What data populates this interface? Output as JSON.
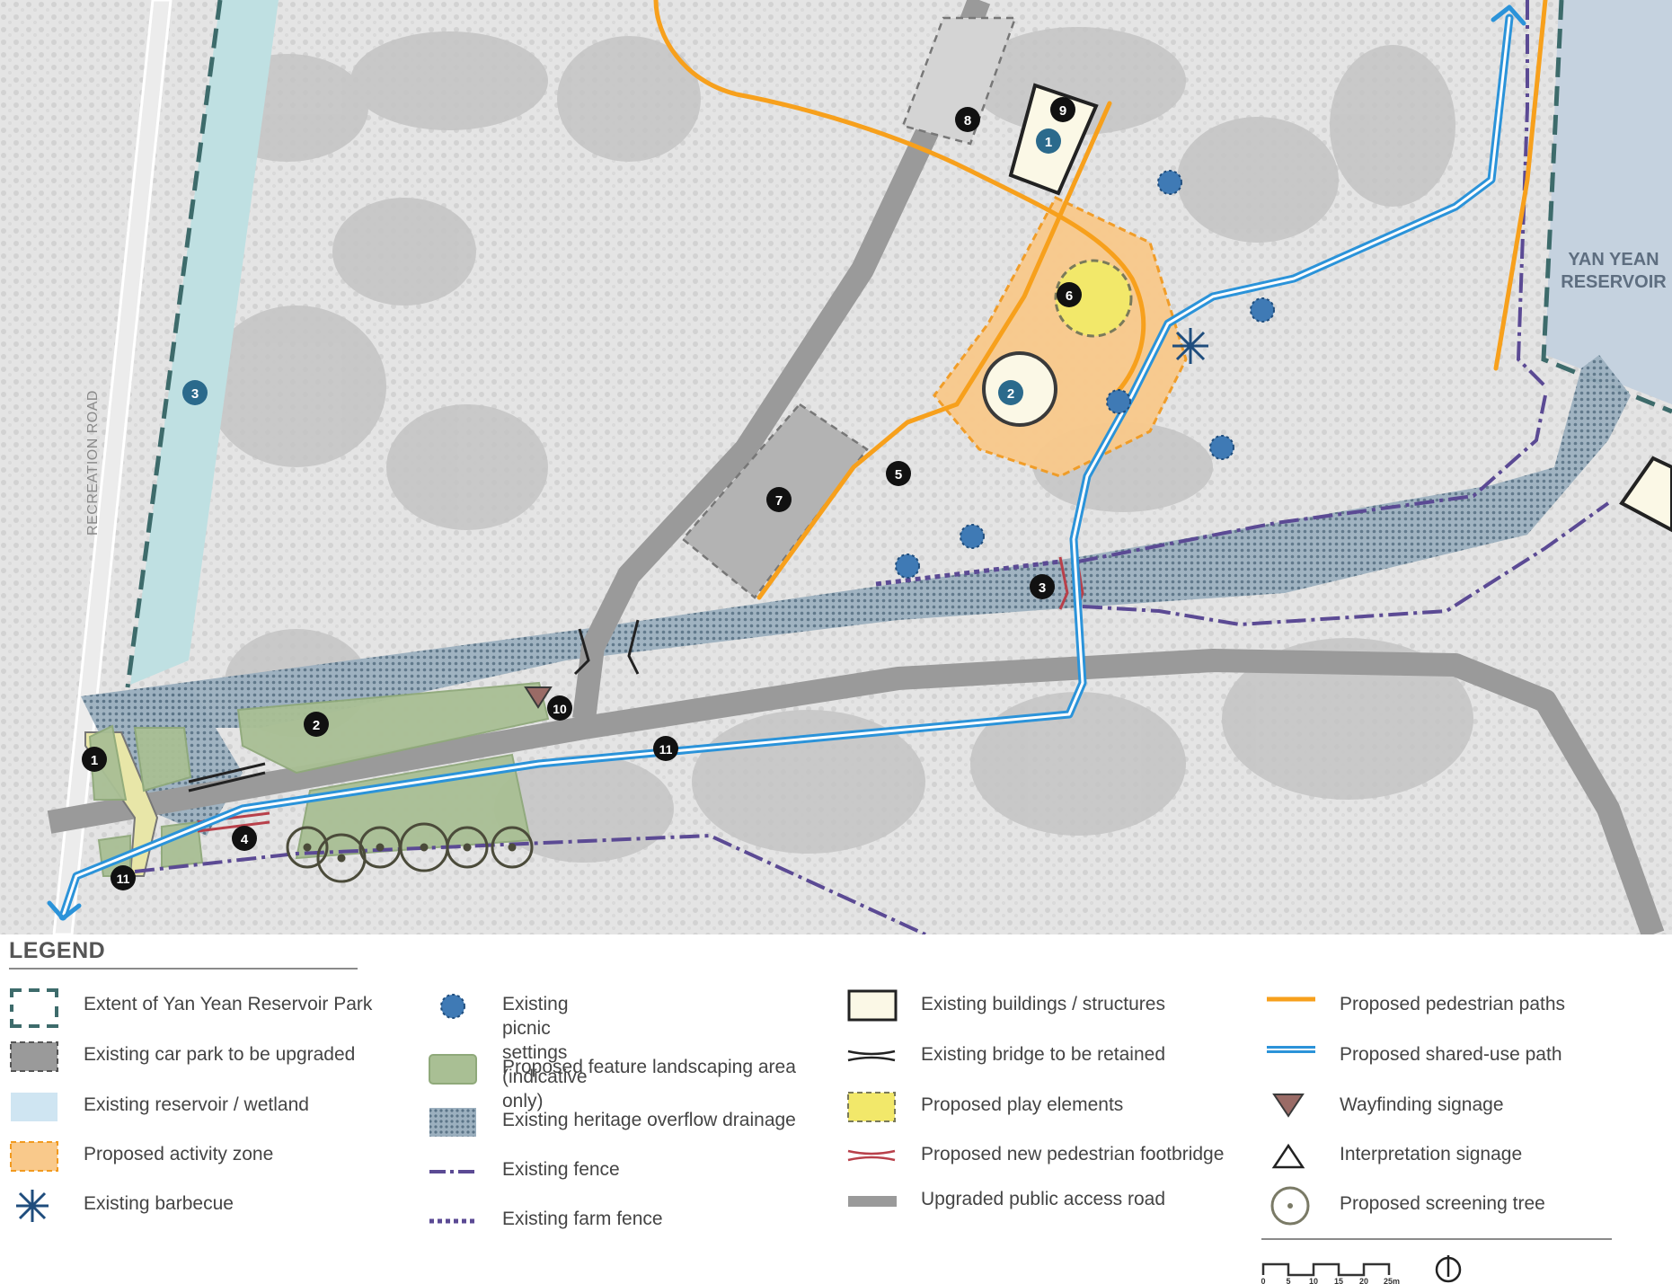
{
  "map": {
    "road_label": "RECREATION ROAD",
    "reservoir_label_line1": "YAN YEAN",
    "reservoir_label_line2": "RESERVOIR",
    "markers": [
      {
        "id": "m-black-1",
        "num": "1",
        "kind": "black"
      },
      {
        "id": "m-black-2",
        "num": "2",
        "kind": "black"
      },
      {
        "id": "m-black-3",
        "num": "3",
        "kind": "black"
      },
      {
        "id": "m-black-4",
        "num": "4",
        "kind": "black"
      },
      {
        "id": "m-black-5",
        "num": "5",
        "kind": "black"
      },
      {
        "id": "m-black-6",
        "num": "6",
        "kind": "black"
      },
      {
        "id": "m-black-7",
        "num": "7",
        "kind": "black"
      },
      {
        "id": "m-black-8",
        "num": "8",
        "kind": "black"
      },
      {
        "id": "m-black-9",
        "num": "9",
        "kind": "black"
      },
      {
        "id": "m-black-10",
        "num": "10",
        "kind": "black"
      },
      {
        "id": "m-black-11a",
        "num": "11",
        "kind": "black"
      },
      {
        "id": "m-black-11b",
        "num": "11",
        "kind": "black"
      },
      {
        "id": "m-blue-1",
        "num": "1",
        "kind": "blue"
      },
      {
        "id": "m-blue-2",
        "num": "2",
        "kind": "blue"
      },
      {
        "id": "m-blue-3",
        "num": "3",
        "kind": "blue"
      }
    ]
  },
  "legend": {
    "title": "LEGEND",
    "items": [
      {
        "key": "park-extent",
        "label": "Extent of Yan Yean Reservoir Park"
      },
      {
        "key": "car-park",
        "label": "Existing car park to be upgraded"
      },
      {
        "key": "reservoir",
        "label": "Existing reservoir / wetland"
      },
      {
        "key": "activity-zone",
        "label": "Proposed activity zone"
      },
      {
        "key": "barbecue",
        "label": "Existing barbecue"
      },
      {
        "key": "picnic",
        "label": "Existing picnic settings\n(indicative only)"
      },
      {
        "key": "landscaping",
        "label": "Proposed feature landscaping area"
      },
      {
        "key": "drainage",
        "label": "Existing heritage overflow drainage"
      },
      {
        "key": "fence",
        "label": "Existing fence"
      },
      {
        "key": "farm-fence",
        "label": "Existing farm fence"
      },
      {
        "key": "buildings",
        "label": "Existing  buildings / structures"
      },
      {
        "key": "bridge",
        "label": "Existing bridge to be retained"
      },
      {
        "key": "play",
        "label": "Proposed play elements"
      },
      {
        "key": "footbridge",
        "label": "Proposed new pedestrian footbridge"
      },
      {
        "key": "road",
        "label": "Upgraded public access road"
      },
      {
        "key": "ped-path",
        "label": "Proposed pedestrian paths"
      },
      {
        "key": "shared-path",
        "label": "Proposed shared-use path"
      },
      {
        "key": "wayfinding",
        "label": "Wayfinding signage"
      },
      {
        "key": "interpretation",
        "label": "Interpretation signage"
      },
      {
        "key": "screening-tree",
        "label": "Proposed screening tree"
      }
    ]
  },
  "scale": {
    "ticks": [
      "0",
      "5",
      "10",
      "15",
      "20",
      "25m"
    ]
  },
  "colors": {
    "park_extent": "#3d6b6b",
    "ped_path": "#f7a01c",
    "shared_path": "#2b93d9",
    "fence": "#5b4a94",
    "activity_fill": "#f9c98b",
    "activity_stroke": "#f29a1f",
    "play_fill": "#f2e86a",
    "landscape_fill": "#a9bf94",
    "drainage_fill": "#8fa5b5",
    "reservoir_fill": "#bfe0e2",
    "road_fill": "#9a9a9a",
    "building_fill": "#fbf8e6",
    "picnic": "#2d5f99",
    "marker_blue": "#2b6a8c",
    "wayfinding": "#9a6b66"
  }
}
